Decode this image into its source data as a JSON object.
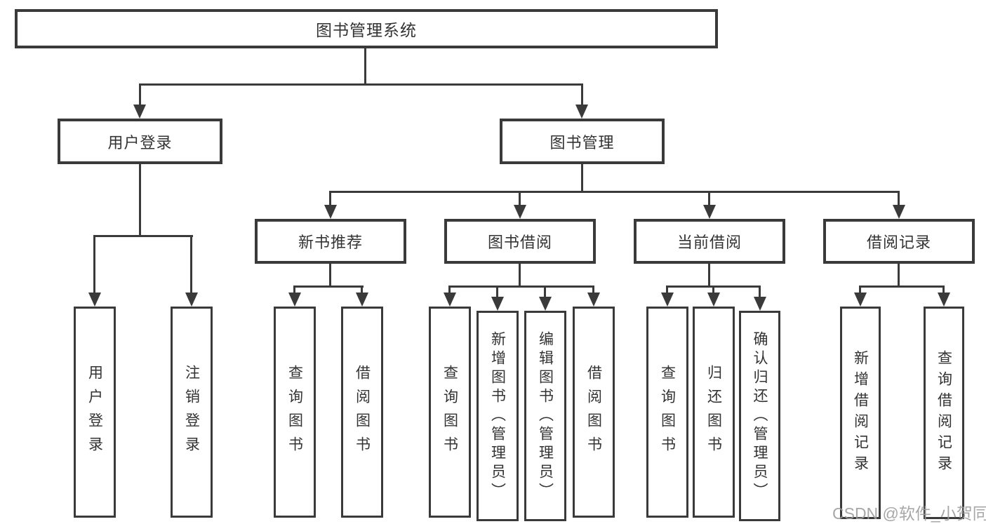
{
  "diagram": {
    "root": {
      "label": "图书管理系统"
    },
    "level2": [
      {
        "label": "用户登录"
      },
      {
        "label": "图书管理"
      }
    ],
    "level3": [
      {
        "label": "新书推荐",
        "parent": "图书管理"
      },
      {
        "label": "图书借阅",
        "parent": "图书管理"
      },
      {
        "label": "当前借阅",
        "parent": "图书管理"
      },
      {
        "label": "借阅记录",
        "parent": "图书管理"
      }
    ],
    "leaves": [
      {
        "label": "用户登录",
        "parent": "用户登录"
      },
      {
        "label": "注销登录",
        "parent": "用户登录"
      },
      {
        "label": "查询图书",
        "parent": "新书推荐"
      },
      {
        "label": "借阅图书",
        "parent": "新书推荐"
      },
      {
        "label": "查询图书",
        "parent": "图书借阅"
      },
      {
        "label": "新增图书（管理员）",
        "parent": "图书借阅"
      },
      {
        "label": "编辑图书（管理员）",
        "parent": "图书借阅"
      },
      {
        "label": "借阅图书",
        "parent": "图书借阅"
      },
      {
        "label": "查询图书",
        "parent": "当前借阅"
      },
      {
        "label": "归还图书",
        "parent": "当前借阅"
      },
      {
        "label": "确认归还（管理员）",
        "parent": "当前借阅"
      },
      {
        "label": "新增借阅记录",
        "parent": "借阅记录"
      },
      {
        "label": "查询借阅记录",
        "parent": "借阅记录"
      }
    ]
  },
  "watermark": {
    "text": "CSDN @软件_小贺同学"
  },
  "colors": {
    "line": "#3a3a3a",
    "text": "#333333",
    "watermark": "#9b9b9b",
    "background": "#ffffff"
  }
}
